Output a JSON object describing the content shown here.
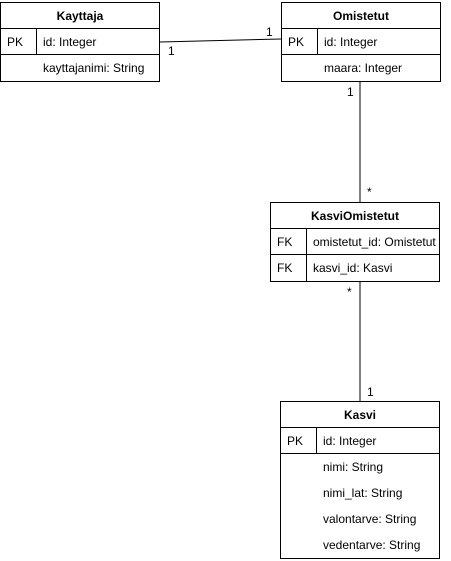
{
  "entities": {
    "kayttaja": {
      "name": "Kayttaja",
      "key_rows": [
        {
          "key": "PK",
          "attr": "id: Integer"
        }
      ],
      "attrs": [
        "kayttajanimi: String"
      ]
    },
    "omistetut": {
      "name": "Omistetut",
      "key_rows": [
        {
          "key": "PK",
          "attr": "id: Integer"
        }
      ],
      "attrs": [
        "maara: Integer"
      ]
    },
    "kasviomistetut": {
      "name": "KasviOmistetut",
      "key_rows": [
        {
          "key": "FK",
          "attr": "omistetut_id: Omistetut"
        },
        {
          "key": "FK",
          "attr": "kasvi_id: Kasvi"
        }
      ],
      "attrs": []
    },
    "kasvi": {
      "name": "Kasvi",
      "key_rows": [
        {
          "key": "PK",
          "attr": "id: Integer"
        }
      ],
      "attrs": [
        "nimi: String",
        "nimi_lat: String",
        "valontarve: String",
        "vedentarve: String"
      ]
    }
  },
  "relations": [
    {
      "from": "Kayttaja",
      "to": "Omistetut",
      "from_mult": "1",
      "to_mult": "1"
    },
    {
      "from": "Omistetut",
      "to": "KasviOmistetut",
      "from_mult": "1",
      "to_mult": "*"
    },
    {
      "from": "KasviOmistetut",
      "to": "Kasvi",
      "from_mult": "*",
      "to_mult": "1"
    }
  ]
}
